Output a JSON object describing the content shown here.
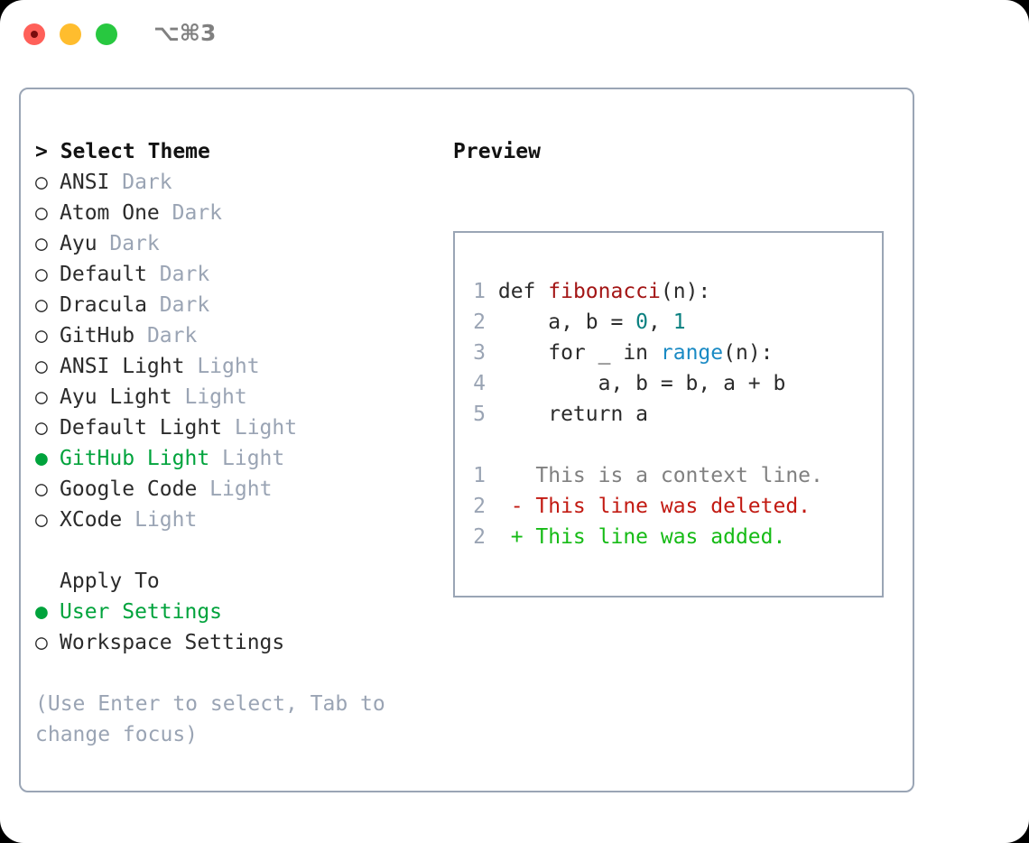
{
  "titlebar": {
    "shortcut": "⌥⌘3",
    "buttons": [
      {
        "name": "close",
        "color": "#ff6059"
      },
      {
        "name": "minimize",
        "color": "#ffbd2e"
      },
      {
        "name": "maximize",
        "color": "#28c840"
      }
    ]
  },
  "theme_picker": {
    "header": "> Select Theme",
    "marker_unselected": "○",
    "marker_selected": "●",
    "items": [
      {
        "marker": "○",
        "label": "ANSI",
        "tag": "Dark",
        "selected": false
      },
      {
        "marker": "○",
        "label": "Atom One",
        "tag": "Dark",
        "selected": false
      },
      {
        "marker": "○",
        "label": "Ayu",
        "tag": "Dark",
        "selected": false
      },
      {
        "marker": "○",
        "label": "Default",
        "tag": "Dark",
        "selected": false
      },
      {
        "marker": "○",
        "label": "Dracula",
        "tag": "Dark",
        "selected": false
      },
      {
        "marker": "○",
        "label": "GitHub",
        "tag": "Dark",
        "selected": false
      },
      {
        "marker": "○",
        "label": "ANSI Light",
        "tag": "Light",
        "selected": false
      },
      {
        "marker": "○",
        "label": "Ayu Light",
        "tag": "Light",
        "selected": false
      },
      {
        "marker": "○",
        "label": "Default Light",
        "tag": "Light",
        "selected": false
      },
      {
        "marker": "●",
        "label": "GitHub Light",
        "tag": "Light",
        "selected": true
      },
      {
        "marker": "○",
        "label": "Google Code",
        "tag": "Light",
        "selected": false
      },
      {
        "marker": "○",
        "label": "XCode",
        "tag": "Light",
        "selected": false
      }
    ]
  },
  "apply_to": {
    "header": "Apply To",
    "items": [
      {
        "marker": "●",
        "label": "User Settings",
        "selected": true
      },
      {
        "marker": "○",
        "label": "Workspace Settings",
        "selected": false
      }
    ]
  },
  "hint": {
    "line1": "(Use Enter to select, Tab to",
    "line2": "change focus)"
  },
  "preview": {
    "title": "Preview",
    "code_lines": [
      {
        "n": "1",
        "tokens": [
          {
            "t": "def ",
            "c": "kw"
          },
          {
            "t": "fibonacci",
            "c": "fn"
          },
          {
            "t": "(n):",
            "c": "plain"
          }
        ]
      },
      {
        "n": "2",
        "tokens": [
          {
            "t": "    a, b = ",
            "c": "plain"
          },
          {
            "t": "0",
            "c": "num"
          },
          {
            "t": ", ",
            "c": "plain"
          },
          {
            "t": "1",
            "c": "num"
          }
        ]
      },
      {
        "n": "3",
        "tokens": [
          {
            "t": "    for _ in ",
            "c": "plain"
          },
          {
            "t": "range",
            "c": "bi"
          },
          {
            "t": "(n):",
            "c": "plain"
          }
        ]
      },
      {
        "n": "4",
        "tokens": [
          {
            "t": "        a, b = b, a + b",
            "c": "plain"
          }
        ]
      },
      {
        "n": "5",
        "tokens": [
          {
            "t": "    return a",
            "c": "plain"
          }
        ]
      }
    ],
    "diff_lines": [
      {
        "n": "1",
        "sign": " ",
        "text": "This is a context line.",
        "cls": "ctx"
      },
      {
        "n": "2",
        "sign": "-",
        "text": "This line was deleted.",
        "cls": "del"
      },
      {
        "n": "2",
        "sign": "+",
        "text": "This line was added.",
        "cls": "add"
      }
    ]
  },
  "colors": {
    "accent_green": "#00a33c",
    "muted_grey": "#9aa4b4",
    "border": "#9aa5b5",
    "diff_add": "#16bb16",
    "diff_del": "#c21a12",
    "syntax_function": "#a31515",
    "syntax_number": "#0a8080",
    "syntax_builtin": "#1a8ac4"
  }
}
